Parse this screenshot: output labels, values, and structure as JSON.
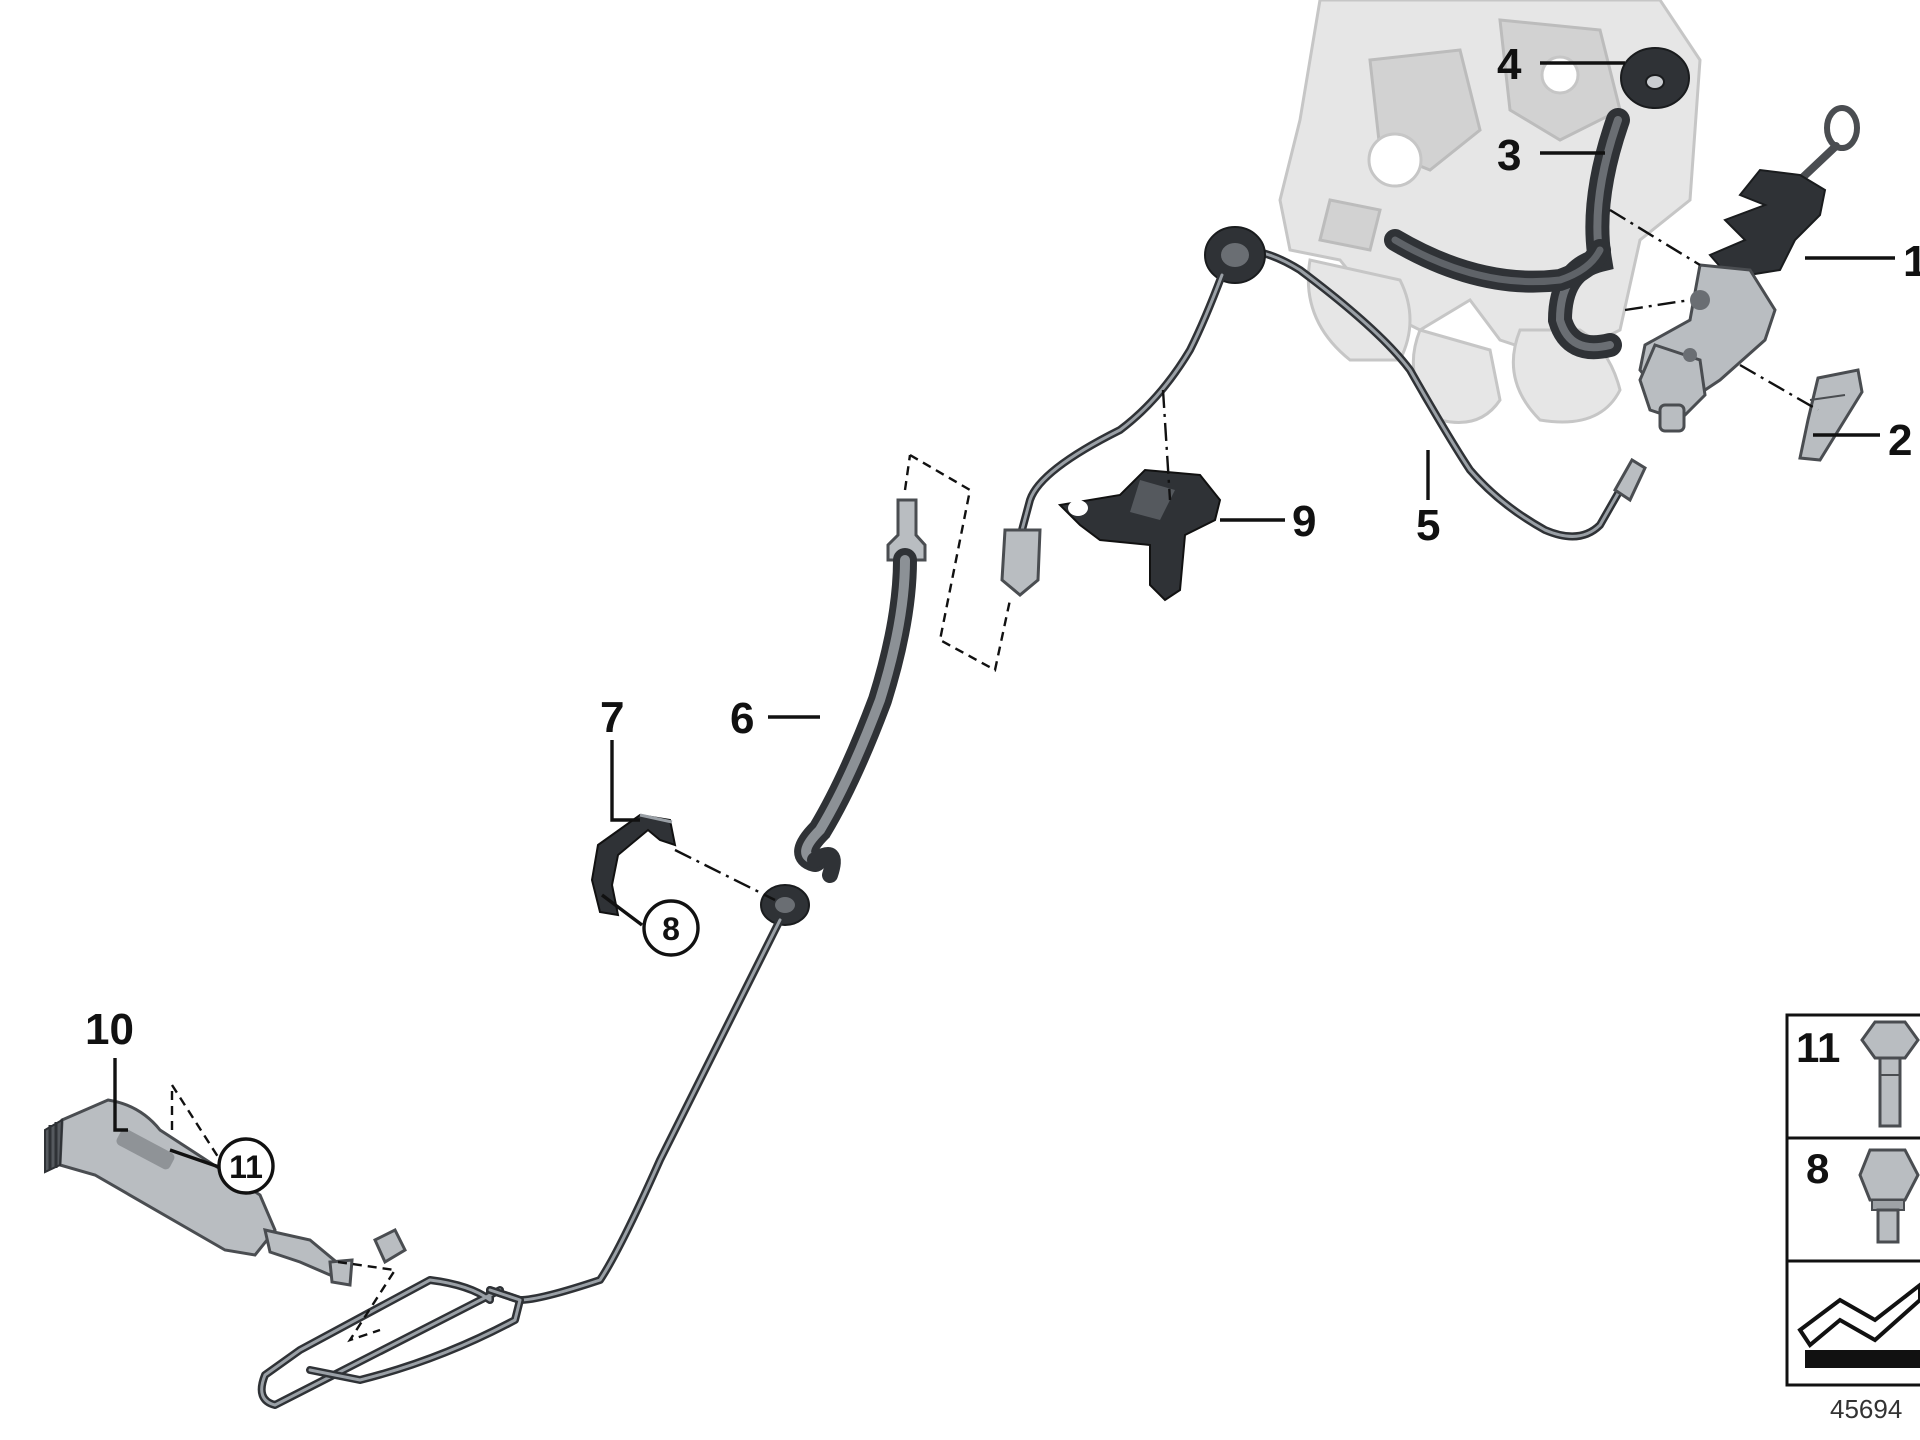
{
  "callouts": {
    "c1": "1",
    "c2": "2",
    "c3": "3",
    "c4": "4",
    "c5": "5",
    "c6": "6",
    "c7": "7",
    "c8": "8",
    "c9": "9",
    "c10": "10",
    "c11": "11"
  },
  "legend": {
    "item_11": "11",
    "item_8": "8"
  },
  "reference_number": "45694"
}
